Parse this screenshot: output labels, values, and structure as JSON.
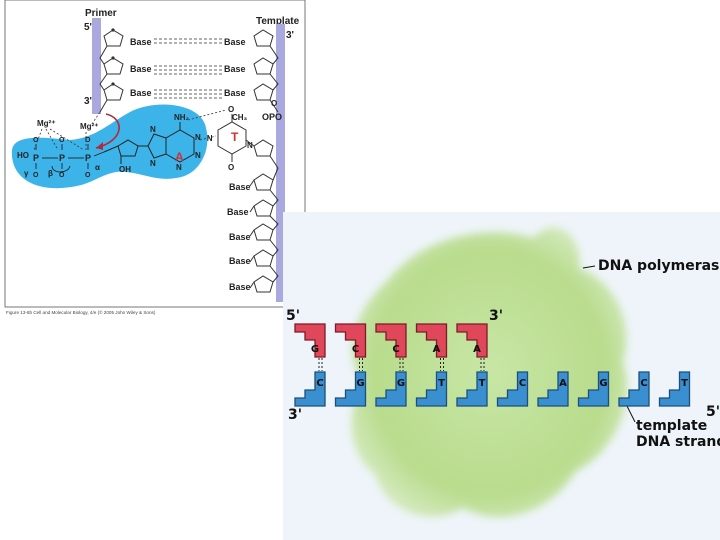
{
  "figure1": {
    "primer_label": "Primer",
    "primer_five_prime": "5'",
    "primer_three_prime": "3'",
    "template_label": "Template",
    "template_three_prime": "3'",
    "base_label": "Base",
    "incoming_base_letter": "A",
    "template_base_letter": "T",
    "mg_ion": "Mg²⁺",
    "mg_ion_bound": "Mg²⁺",
    "alpha": "α",
    "beta": "β",
    "gamma": "γ",
    "phosphate_p": "P",
    "ch3": "CH₃",
    "oh": "OH",
    "nh2": "NH₂",
    "hn": "HN",
    "ho": "HO",
    "o": "O",
    "n": "N",
    "caption": "Figure 13-8b Cell and Molecular Biology, 4/e (© 2005 John Wiley & Sons)",
    "colors": {
      "backbone_bar": "#a9a9e0",
      "dntp_blob": "#3cb4ea",
      "bond_red": "#b02a3a",
      "base_red": "#d0302f"
    }
  },
  "figure2": {
    "enzyme_label": "DNA polymerase",
    "primer_five_prime": "5'",
    "primer_three_prime": "3'",
    "template_three_prime": "3'",
    "template_five_prime": "5'",
    "template_label_line1": "template",
    "template_label_line2": "DNA strand",
    "primer_bases": [
      "G",
      "C",
      "C",
      "A",
      "A"
    ],
    "template_bases": [
      "C",
      "G",
      "G",
      "T",
      "T",
      "C",
      "A",
      "G",
      "C",
      "T"
    ],
    "colors": {
      "background": "#eef4f9",
      "enzyme": "#b8dc8c",
      "primer_block": "#e0475a",
      "template_block": "#3a8fd0"
    }
  }
}
